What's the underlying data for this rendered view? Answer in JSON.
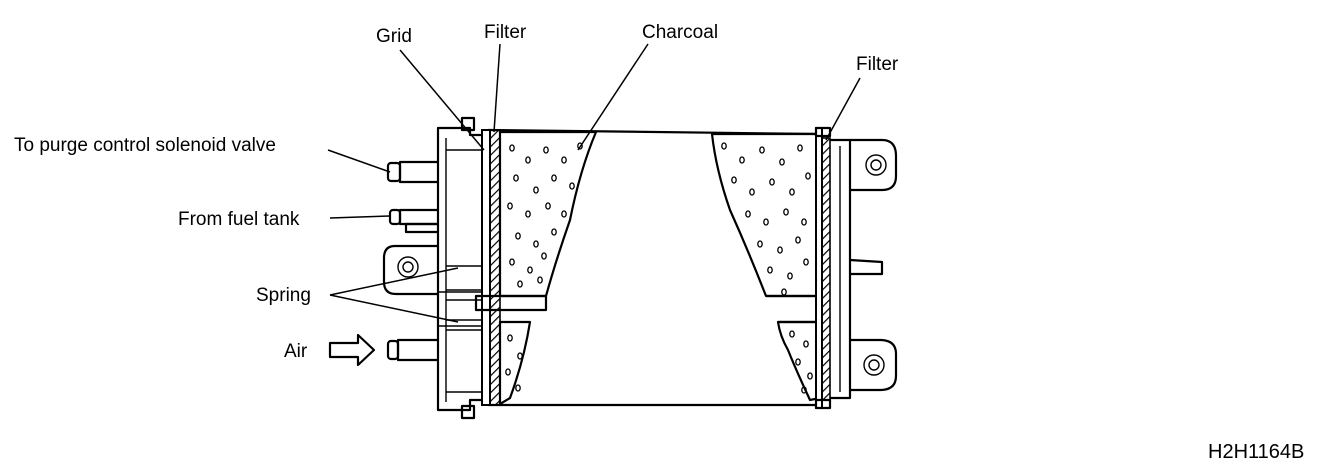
{
  "labels": {
    "grid": "Grid",
    "filter_left": "Filter",
    "charcoal": "Charcoal",
    "filter_right": "Filter",
    "purge": "To purge control solenoid valve",
    "fuel_tank": "From fuel tank",
    "spring": "Spring",
    "air": "Air"
  },
  "figure_code": "H2H1164B"
}
